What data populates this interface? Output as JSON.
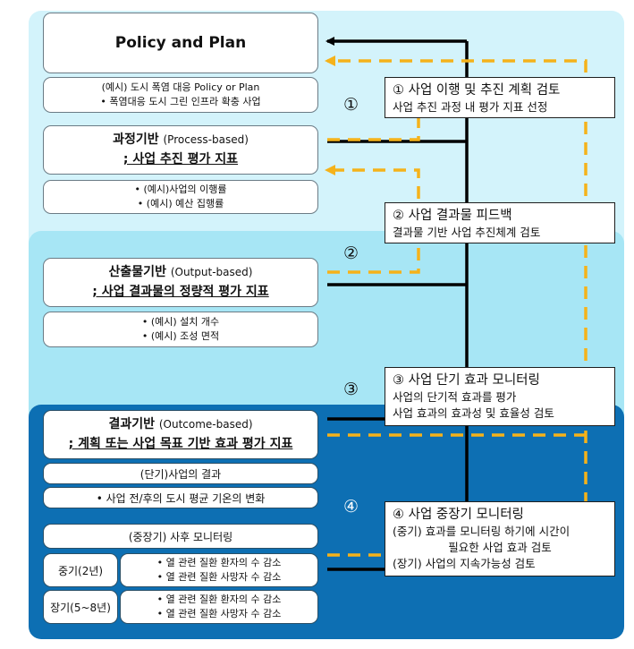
{
  "levels": {
    "policy": {
      "title": "Policy and Plan",
      "example_line1": "(예시) 도시 폭염 대응 Policy or Plan",
      "example_line2": "폭염대응 도시 그린 인프라 확충 사업"
    },
    "process": {
      "title": "과정기반",
      "title_en": "(Process-based)",
      "subtitle": "; 사업 추진 평가 지표",
      "examples": [
        "(예시)사업의 이행률",
        "(예시) 예산 집행률"
      ]
    },
    "output": {
      "title": "산출물기반",
      "title_en": "(Output-based)",
      "subtitle": "; 사업 결과물의 정량적 평가 지표",
      "examples": [
        "(예시) 설치 개수",
        "(예시) 조성 면적"
      ]
    },
    "outcome": {
      "title": "결과기반",
      "title_en": "(Outcome-based)",
      "subtitle": "; 계획 또는 사업 목표 기반 효과 평가 지표",
      "short_header": "(단기)사업의 결과",
      "short_item": "사업 전/후의 도시 평균 기온의 변화",
      "long_header": "(중장기) 사후 모니터링",
      "mid_label": "중기(2년)",
      "long_label": "장기(5~8년)",
      "mid_items": [
        "열 관련 질환 환자의 수 감소",
        "열 관련 질환 사망자 수 감소"
      ],
      "long_items": [
        "열 관련 질환 환자의 수 감소",
        "열 관련 질환 사망자 수 감소"
      ]
    }
  },
  "steps": [
    {
      "num": "①",
      "heading": "① 사업 이행 및 추진 계획 검토",
      "lines": [
        "사업 추진 과정 내 평가 지표 선정"
      ]
    },
    {
      "num": "②",
      "heading": "② 사업 결과물 피드백",
      "lines": [
        "결과물 기반 사업 추진체계 검토"
      ]
    },
    {
      "num": "③",
      "heading": "③ 사업 단기 효과 모니터링",
      "lines": [
        "사업의 단기적 효과를 평가",
        "사업 효과의 효과성 및 효율성 검토"
      ]
    },
    {
      "num": "④",
      "heading": "④ 사업 중장기 모니터링",
      "lines": [
        "(중기) 효과를 모니터링 하기에 시간이",
        "필요한 사업 효과 검토",
        "(장기) 사업의 지속가능성 검토"
      ]
    }
  ],
  "colors": {
    "band_light": "#d3f3fb",
    "band_mid": "#a7e6f5",
    "band_dark": "#0d6fb3",
    "arrow_solid": "#000000",
    "arrow_dashed": "#f5b21a"
  }
}
